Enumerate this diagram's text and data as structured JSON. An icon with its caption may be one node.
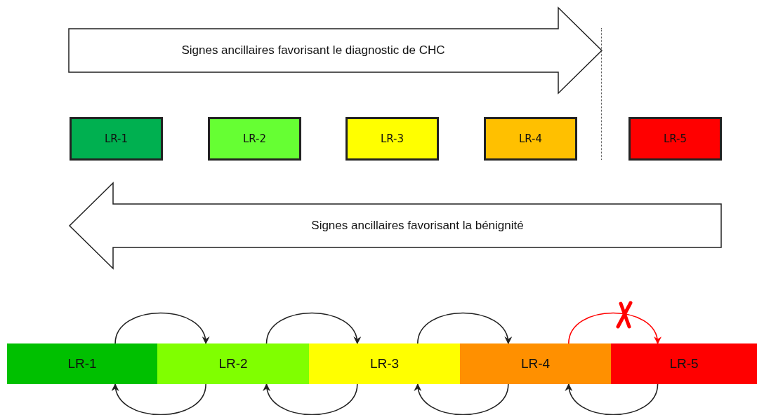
{
  "diagram": {
    "nodes": [
      {
        "text": [
          "Signes ancillaires favorisant le diagnostic de CHC"
        ]
      },
      {
        "text": [
          "LR-1"
        ]
      },
      {
        "text": [
          "LR-2"
        ]
      },
      {
        "text": [
          "LR-3"
        ]
      },
      {
        "text": [
          "LR-4"
        ]
      },
      {
        "text": [
          "LR-5"
        ]
      },
      {
        "text": [
          "Signes ancillaires favorisant la bénignité"
        ]
      },
      {
        "text": [
          "LR-1"
        ]
      },
      {
        "text": [
          "LR-2"
        ]
      },
      {
        "text": [
          "LR-3"
        ]
      },
      {
        "text": [
          "LR-4"
        ]
      },
      {
        "text": [
          "LR-5"
        ]
      }
    ],
    "edges": [
      {
        "from": 7,
        "to": 8,
        "arrow": "to"
      },
      {
        "from": 8,
        "to": 9,
        "arrow": "to"
      },
      {
        "from": 9,
        "to": 10,
        "arrow": "to"
      },
      {
        "from": 10,
        "to": 11,
        "arrow": "to",
        "color": "#ff0000"
      },
      {
        "from": 8,
        "to": 7,
        "arrow": "to"
      },
      {
        "from": 9,
        "to": 8,
        "arrow": "to"
      },
      {
        "from": 10,
        "to": 9,
        "arrow": "to"
      },
      {
        "from": 11,
        "to": 10,
        "arrow": "to"
      }
    ]
  }
}
